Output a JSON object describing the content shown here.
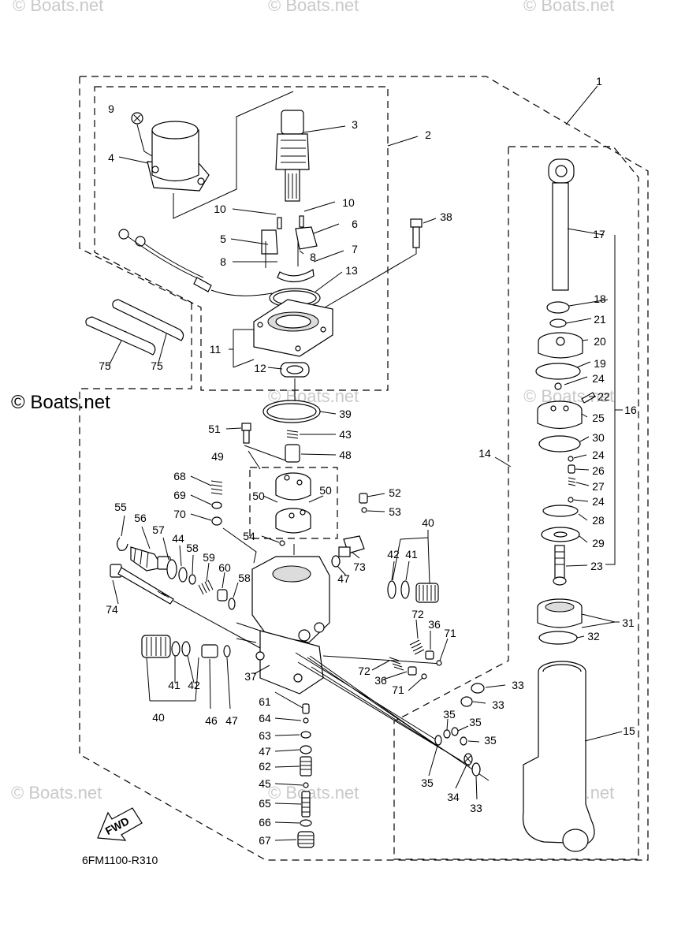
{
  "watermarks": {
    "top_left": "© Boats.net",
    "top_center": "© Boats.net",
    "top_right": "© Boats.net",
    "main": "© Boats.net",
    "mid": "© Boats.net",
    "mid_right": "© Boats.net",
    "bottom_left": "© Boats.net",
    "bottom_center": "© Boats.net",
    "bottom_right": "© Boats.net"
  },
  "reference_code": "6FM1100-R310",
  "direction_arrow": "FWD",
  "callouts": [
    "1",
    "2",
    "3",
    "4",
    "5",
    "6",
    "7",
    "8",
    "8",
    "9",
    "10",
    "10",
    "11",
    "12",
    "13",
    "14",
    "15",
    "16",
    "17",
    "18",
    "19",
    "20",
    "21",
    "22",
    "23",
    "24",
    "24",
    "24",
    "24",
    "25",
    "26",
    "27",
    "28",
    "29",
    "30",
    "31",
    "32",
    "33",
    "33",
    "33",
    "33",
    "34",
    "35",
    "35",
    "35",
    "35",
    "36",
    "36",
    "37",
    "38",
    "39",
    "40",
    "40",
    "41",
    "41",
    "42",
    "42",
    "43",
    "44",
    "45",
    "46",
    "47",
    "47",
    "47",
    "48",
    "49",
    "50",
    "50",
    "51",
    "52",
    "53",
    "54",
    "55",
    "56",
    "57",
    "58",
    "58",
    "59",
    "60",
    "61",
    "62",
    "63",
    "64",
    "65",
    "66",
    "67",
    "68",
    "69",
    "70",
    "71",
    "71",
    "72",
    "72",
    "73",
    "74",
    "75",
    "75"
  ]
}
